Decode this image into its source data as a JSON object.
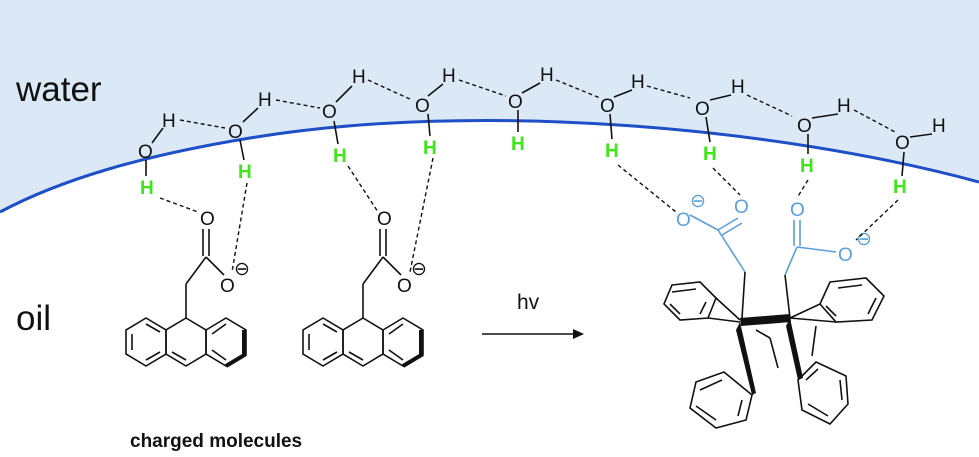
{
  "labels": {
    "water": "water",
    "oil": "oil",
    "caption": "charged molecules",
    "arrow": "hv",
    "oxygen": "O",
    "hydrogen": "H",
    "minus": "⊖"
  },
  "colors": {
    "water_fill": "#dbe9f7",
    "interface": "#1f4fc6",
    "hbond_h": "#3ee61a",
    "carboxylate": "#5b9fdc"
  }
}
